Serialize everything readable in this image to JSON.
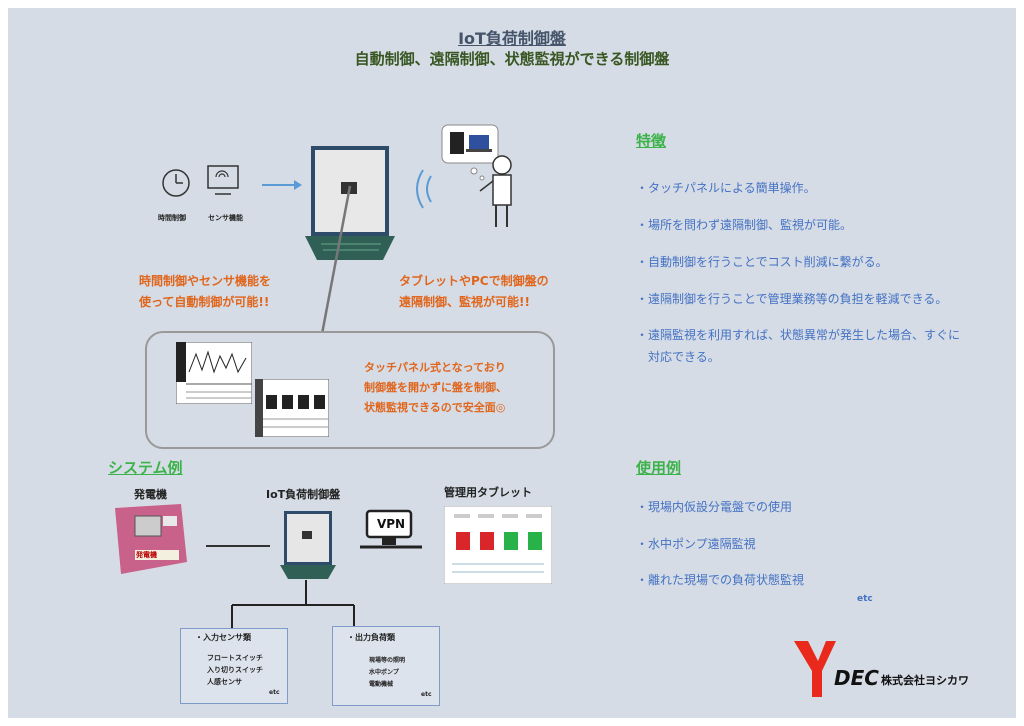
{
  "title": {
    "line1": "IoT負荷制御盤",
    "line2": "自動制御、遠隔制御、状態監視ができる制御盤"
  },
  "top_icons": {
    "clock_label": "時間制御",
    "sensor_label": "センサ機能"
  },
  "captions": {
    "left": [
      "時間制御やセンサ機能を",
      "使って自動制御が可能!!"
    ],
    "right": [
      "タブレットやPCで制御盤の",
      "遠隔制御、監視が可能!!"
    ],
    "touch": [
      "タッチパネル式となっており",
      "制御盤を開かずに盤を制御、",
      "状態監視できるので安全面◎"
    ]
  },
  "features": {
    "heading": "特徴",
    "items": [
      "・タッチパネルによる簡単操作。",
      "・場所を問わず遠隔制御、監視が可能。",
      "・自動制御を行うことでコスト削減に繋がる。",
      "・遠隔制御を行うことで管理業務等の負担を軽減できる。",
      "・遠隔監視を利用すれば、状態異常が発生した場合、すぐに",
      "対応できる。"
    ]
  },
  "system": {
    "heading": "システム例",
    "generator": "発電機",
    "panel": "IoT負荷制御盤",
    "tablet": "管理用タブレット",
    "vpn": "VPN",
    "generator_sign": "発電機",
    "input_box": {
      "title": "・入力センサ類",
      "items": [
        "フロートスイッチ",
        "入り切りスイッチ",
        "人感センサ"
      ],
      "etc": "etc"
    },
    "output_box": {
      "title": "・出力負荷類",
      "items": [
        "現場等の照明",
        "水中ポンプ",
        "電動機械"
      ],
      "etc": "etc"
    }
  },
  "usage": {
    "heading": "使用例",
    "items": [
      "・現場内仮設分電盤での使用",
      "・水中ポンプ遠隔監視",
      "・離れた現場での負荷状態監視"
    ],
    "etc": "etc"
  },
  "logo": {
    "mark": "Y",
    "text": "DEC",
    "company": "株式会社ヨシカワ"
  },
  "colors": {
    "background": "#d6dce5",
    "accent_green": "#3cb34a",
    "text_blue": "#4472c4",
    "text_orange": "#e0661d",
    "logo_red": "#e8291c"
  }
}
